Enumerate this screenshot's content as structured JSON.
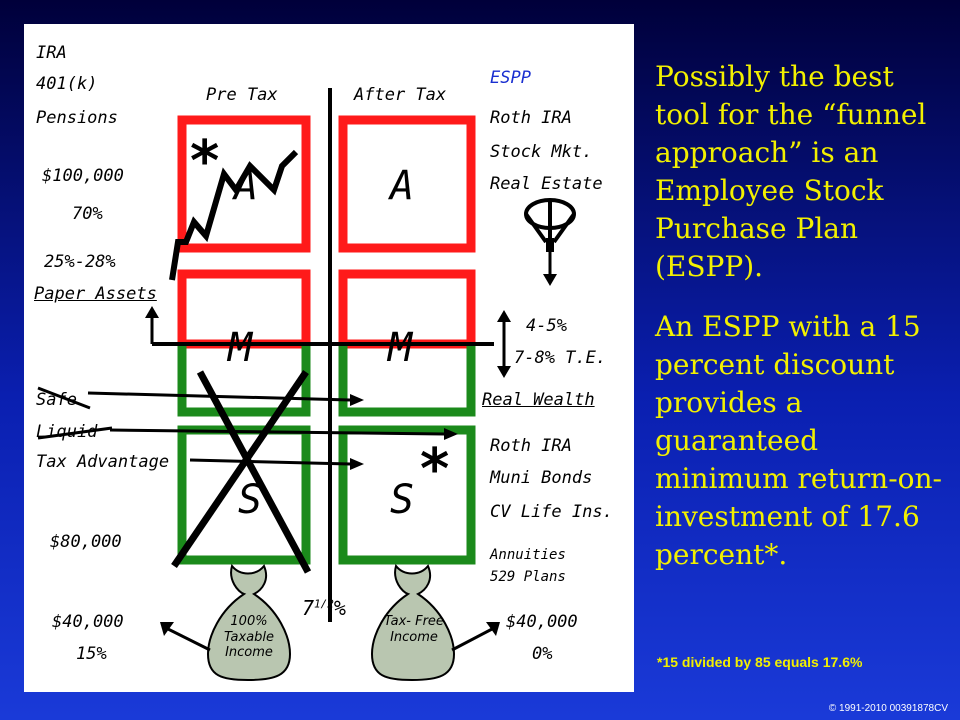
{
  "left_column": {
    "account_types": [
      "IRA",
      "401(k)",
      "Pensions"
    ],
    "amount_top": "$100,000",
    "percent_top": "70%",
    "tax_range": "25%-28%",
    "paper_assets": "Paper Assets",
    "safe": "Safe",
    "liquid": "Liquid",
    "tax_advantage": "Tax Advantage",
    "amount_mid": "$80,000",
    "amount_bottom": "$40,000",
    "percent_bottom": "15%"
  },
  "headers": {
    "pre_tax": "Pre Tax",
    "after_tax": "After Tax"
  },
  "grid": {
    "row1": "A",
    "row2": "M",
    "row3": "S",
    "star": "*"
  },
  "right_column": {
    "espp": "ESPP",
    "top_items": [
      "Roth IRA",
      "Stock Mkt.",
      "Real Estate"
    ],
    "rate1": "4-5%",
    "rate2": "7-8% T.E.",
    "real_wealth": "Real Wealth",
    "bottom_items": [
      "Roth IRA",
      "Muni Bonds",
      "CV Life Ins."
    ],
    "small_items": [
      "Annuities",
      "529 Plans"
    ],
    "amount_bottom": "$40,000",
    "percent_bottom": "0%"
  },
  "center": {
    "seven": "7",
    "fraction": "1/2",
    "percent_sign": "%"
  },
  "bags": {
    "left": "100% Taxable Income",
    "right": "Tax- Free Income"
  },
  "side_text": {
    "para1": "Possibly the best tool for the “funnel approach” is an Employee Stock Purchase Plan (ESPP).",
    "para2": "An ESPP with a 15 percent discount provides a guaranteed minimum return-on-investment of 17.6 percent*."
  },
  "footnote": "*15 divided by 85 equals 17.6%",
  "copyright": "© 1991-2010 00391878CV",
  "colors": {
    "red": "#ff1a1a",
    "green": "#1b8a1b",
    "yellow": "#f2f000",
    "bag": "#b9c6b0"
  }
}
